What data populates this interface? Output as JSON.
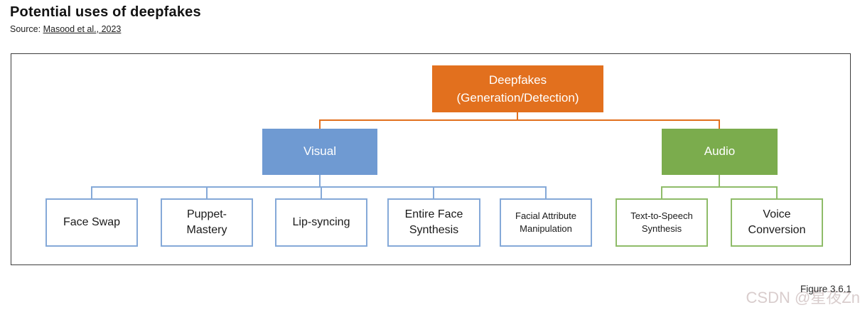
{
  "header": {
    "title": "Potential uses of deepfakes",
    "source_prefix": "Source:",
    "source_link": "Masood et al., 2023"
  },
  "footer": {
    "figure_label": "Figure 3.6.1",
    "watermark": "CSDN @星夜Zn"
  },
  "colors": {
    "root_fill": "#E2701E",
    "visual_fill": "#6F9AD2",
    "audio_fill": "#7BAC4D",
    "visual_leaf_border": "#85A9D8",
    "audio_leaf_border": "#8FBC69",
    "frame_border": "#3D3D3D",
    "leaf_text": "#1A1A1A"
  },
  "tree": {
    "root": {
      "line1": "Deepfakes",
      "line2": "(Generation/Detection)"
    },
    "visual": {
      "label": "Visual",
      "children": [
        "Face Swap",
        "Puppet-Mastery",
        "Lip-syncing",
        "Entire Face Synthesis",
        "Facial Attribute Manipulation"
      ]
    },
    "audio": {
      "label": "Audio",
      "children": [
        "Text-to-Speech Synthesis",
        "Voice Conversion"
      ]
    }
  }
}
